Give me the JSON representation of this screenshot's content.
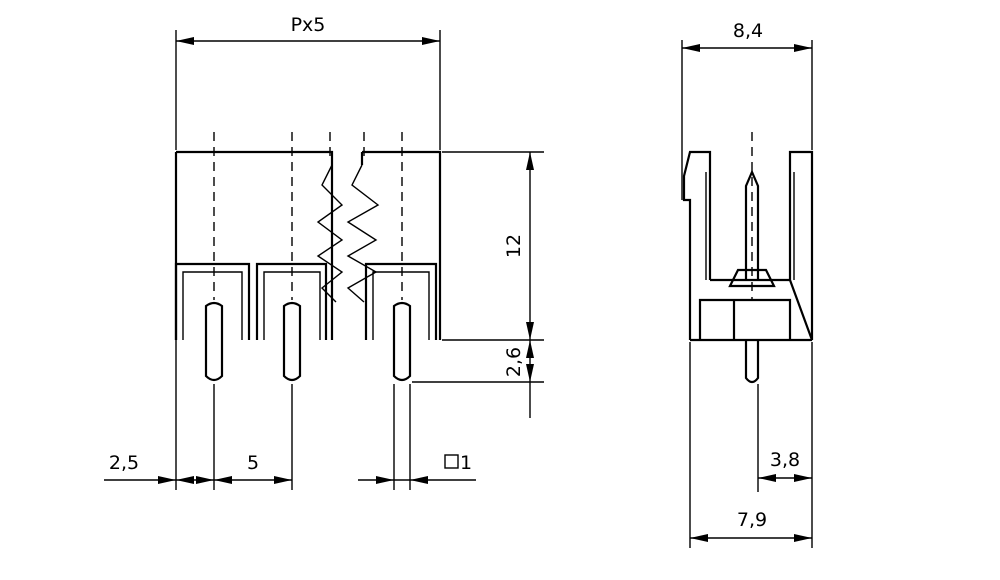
{
  "dimensions": {
    "pitch_total": "Px5",
    "width_top": "8,4",
    "height_body": "12",
    "pin_length": "2,6",
    "offset_first": "2,5",
    "pitch": "5",
    "pin_square": "1",
    "pin_offset_side": "3,8",
    "width_bottom": "7,9"
  },
  "colors": {
    "line": "#000000",
    "background": "#ffffff"
  },
  "icons": {
    "square_symbol": "square-section-icon"
  }
}
